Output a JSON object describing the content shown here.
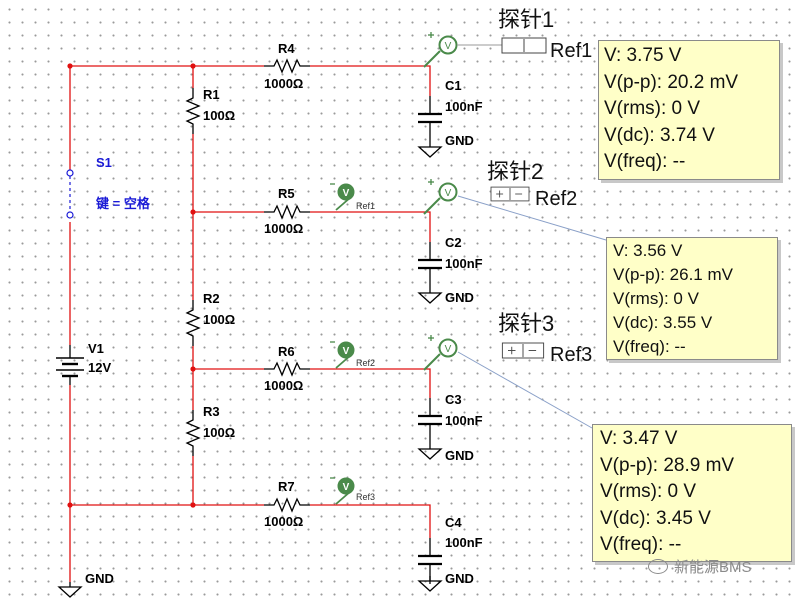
{
  "components": {
    "v1": {
      "name": "V1",
      "value": "12V"
    },
    "s1": {
      "name": "S1",
      "key": "键 = 空格"
    },
    "r1": {
      "name": "R1",
      "value": "100Ω"
    },
    "r2": {
      "name": "R2",
      "value": "100Ω"
    },
    "r3": {
      "name": "R3",
      "value": "100Ω"
    },
    "r4": {
      "name": "R4",
      "value": "1000Ω"
    },
    "r5": {
      "name": "R5",
      "value": "1000Ω"
    },
    "r6": {
      "name": "R6",
      "value": "1000Ω"
    },
    "r7": {
      "name": "R7",
      "value": "1000Ω"
    },
    "c1": {
      "name": "C1",
      "value": "100nF"
    },
    "c2": {
      "name": "C2",
      "value": "100nF"
    },
    "c3": {
      "name": "C3",
      "value": "100nF"
    },
    "c4": {
      "name": "C4",
      "value": "100nF"
    },
    "gnd": "GND"
  },
  "probes": [
    {
      "title": "探针1",
      "ref": "Ref1",
      "readings": [
        "V: 3.75 V",
        "V(p-p): 20.2 mV",
        "V(rms): 0 V",
        "V(dc): 3.74 V",
        "V(freq): --"
      ]
    },
    {
      "title": "探针2",
      "ref": "Ref2",
      "readings": [
        "V: 3.56 V",
        "V(p-p): 26.1 mV",
        "V(rms): 0 V",
        "V(dc): 3.55 V",
        "V(freq): --"
      ]
    },
    {
      "title": "探针3",
      "ref": "Ref3",
      "readings": [
        "V: 3.47 V",
        "V(p-p): 28.9 mV",
        "V(rms): 0 V",
        "V(dc): 3.45 V",
        "V(freq): --"
      ]
    }
  ],
  "inline_probe_refs": [
    "Ref1",
    "Ref2",
    "Ref3"
  ],
  "watermark": "新能源BMS",
  "colors": {
    "wire": "#e01010",
    "probe": "#4a8a4a",
    "readout_bg": "#ffffc8",
    "switch_label": "#1a1ad6"
  }
}
